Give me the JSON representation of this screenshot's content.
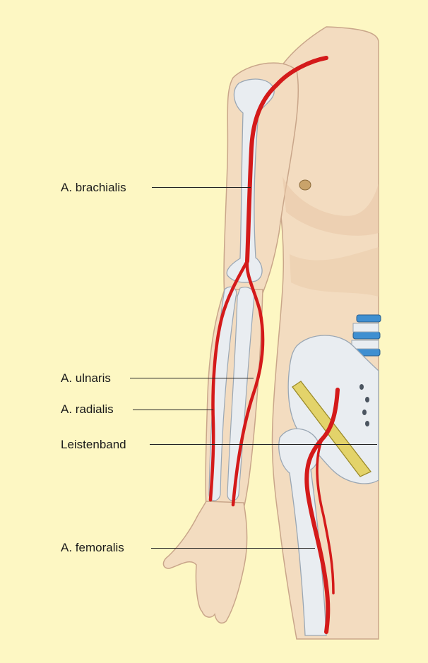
{
  "figure": {
    "background_color": "#fdf7c3",
    "skin_color": "#f3dcc0",
    "bone_color": "#e9edf1",
    "artery_color": "#d41a1a",
    "ligament_color": "#e3d36a",
    "disc_color": "#3f8fd1"
  },
  "labels": {
    "brachialis": "A. brachialis",
    "ulnaris": "A. ulnaris",
    "radialis": "A. radialis",
    "leistenband": "Leistenband",
    "femoralis": "A. femoralis"
  }
}
